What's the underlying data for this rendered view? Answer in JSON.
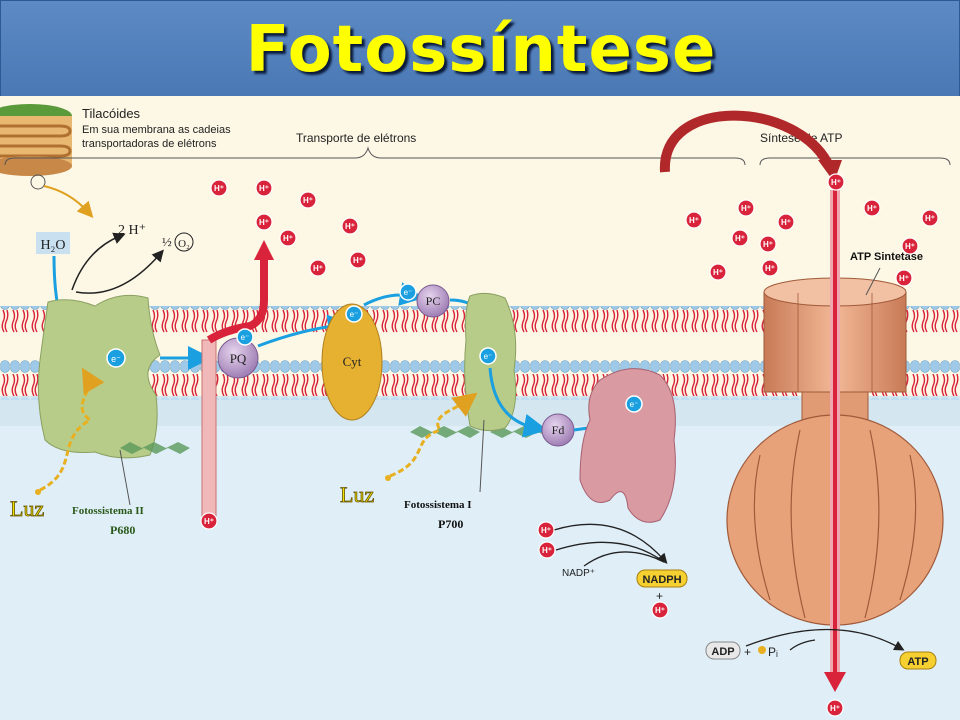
{
  "title": "Fotossíntese",
  "labels": {
    "tilacoides": "Tilacóides",
    "membrana_1": "Em sua membrana as cadeias",
    "membrana_2": "transportadoras de elétrons",
    "transporte": "Transporte de elétrons",
    "sintese": "Síntese de ATP",
    "atp_sintetase": "ATP Sintetase",
    "h2o": "H₂O",
    "two_h": "2 H⁺",
    "half": "½",
    "o2": "O₂",
    "pq": "PQ",
    "cyt": "Cyt",
    "pc": "PC",
    "fd": "Fd",
    "electron": "e⁻",
    "proton": "H⁺",
    "luz": "Luz",
    "ps2_name": "Fotossistema II",
    "ps2_code": "P680",
    "ps1_name": "Fotossistema I",
    "ps1_code": "P700",
    "nadp": "NADP⁺",
    "nadph": "NADPH",
    "plus": "+",
    "adp": "ADP",
    "pi": "Pᵢ",
    "atp": "ATP"
  },
  "colors": {
    "header": "#4a78b4",
    "title": "#ffff00",
    "lumen_bg": "#fdf8e6",
    "stroma_bg": "#dfeef7",
    "lipid_heads": "#9ec9e8",
    "lipid_tails": "#d8233a",
    "photosystem": "#b8cc8a",
    "cytochrome": "#e6b030",
    "ferredoxin_nadp_reductase": "#d99aa2",
    "atp_synthase": "#e8a27a",
    "proton": "#d8233a",
    "electron_path": "#1aa0e0",
    "luz_text": "#f0e000",
    "ps_label": "#2a5a1a"
  }
}
